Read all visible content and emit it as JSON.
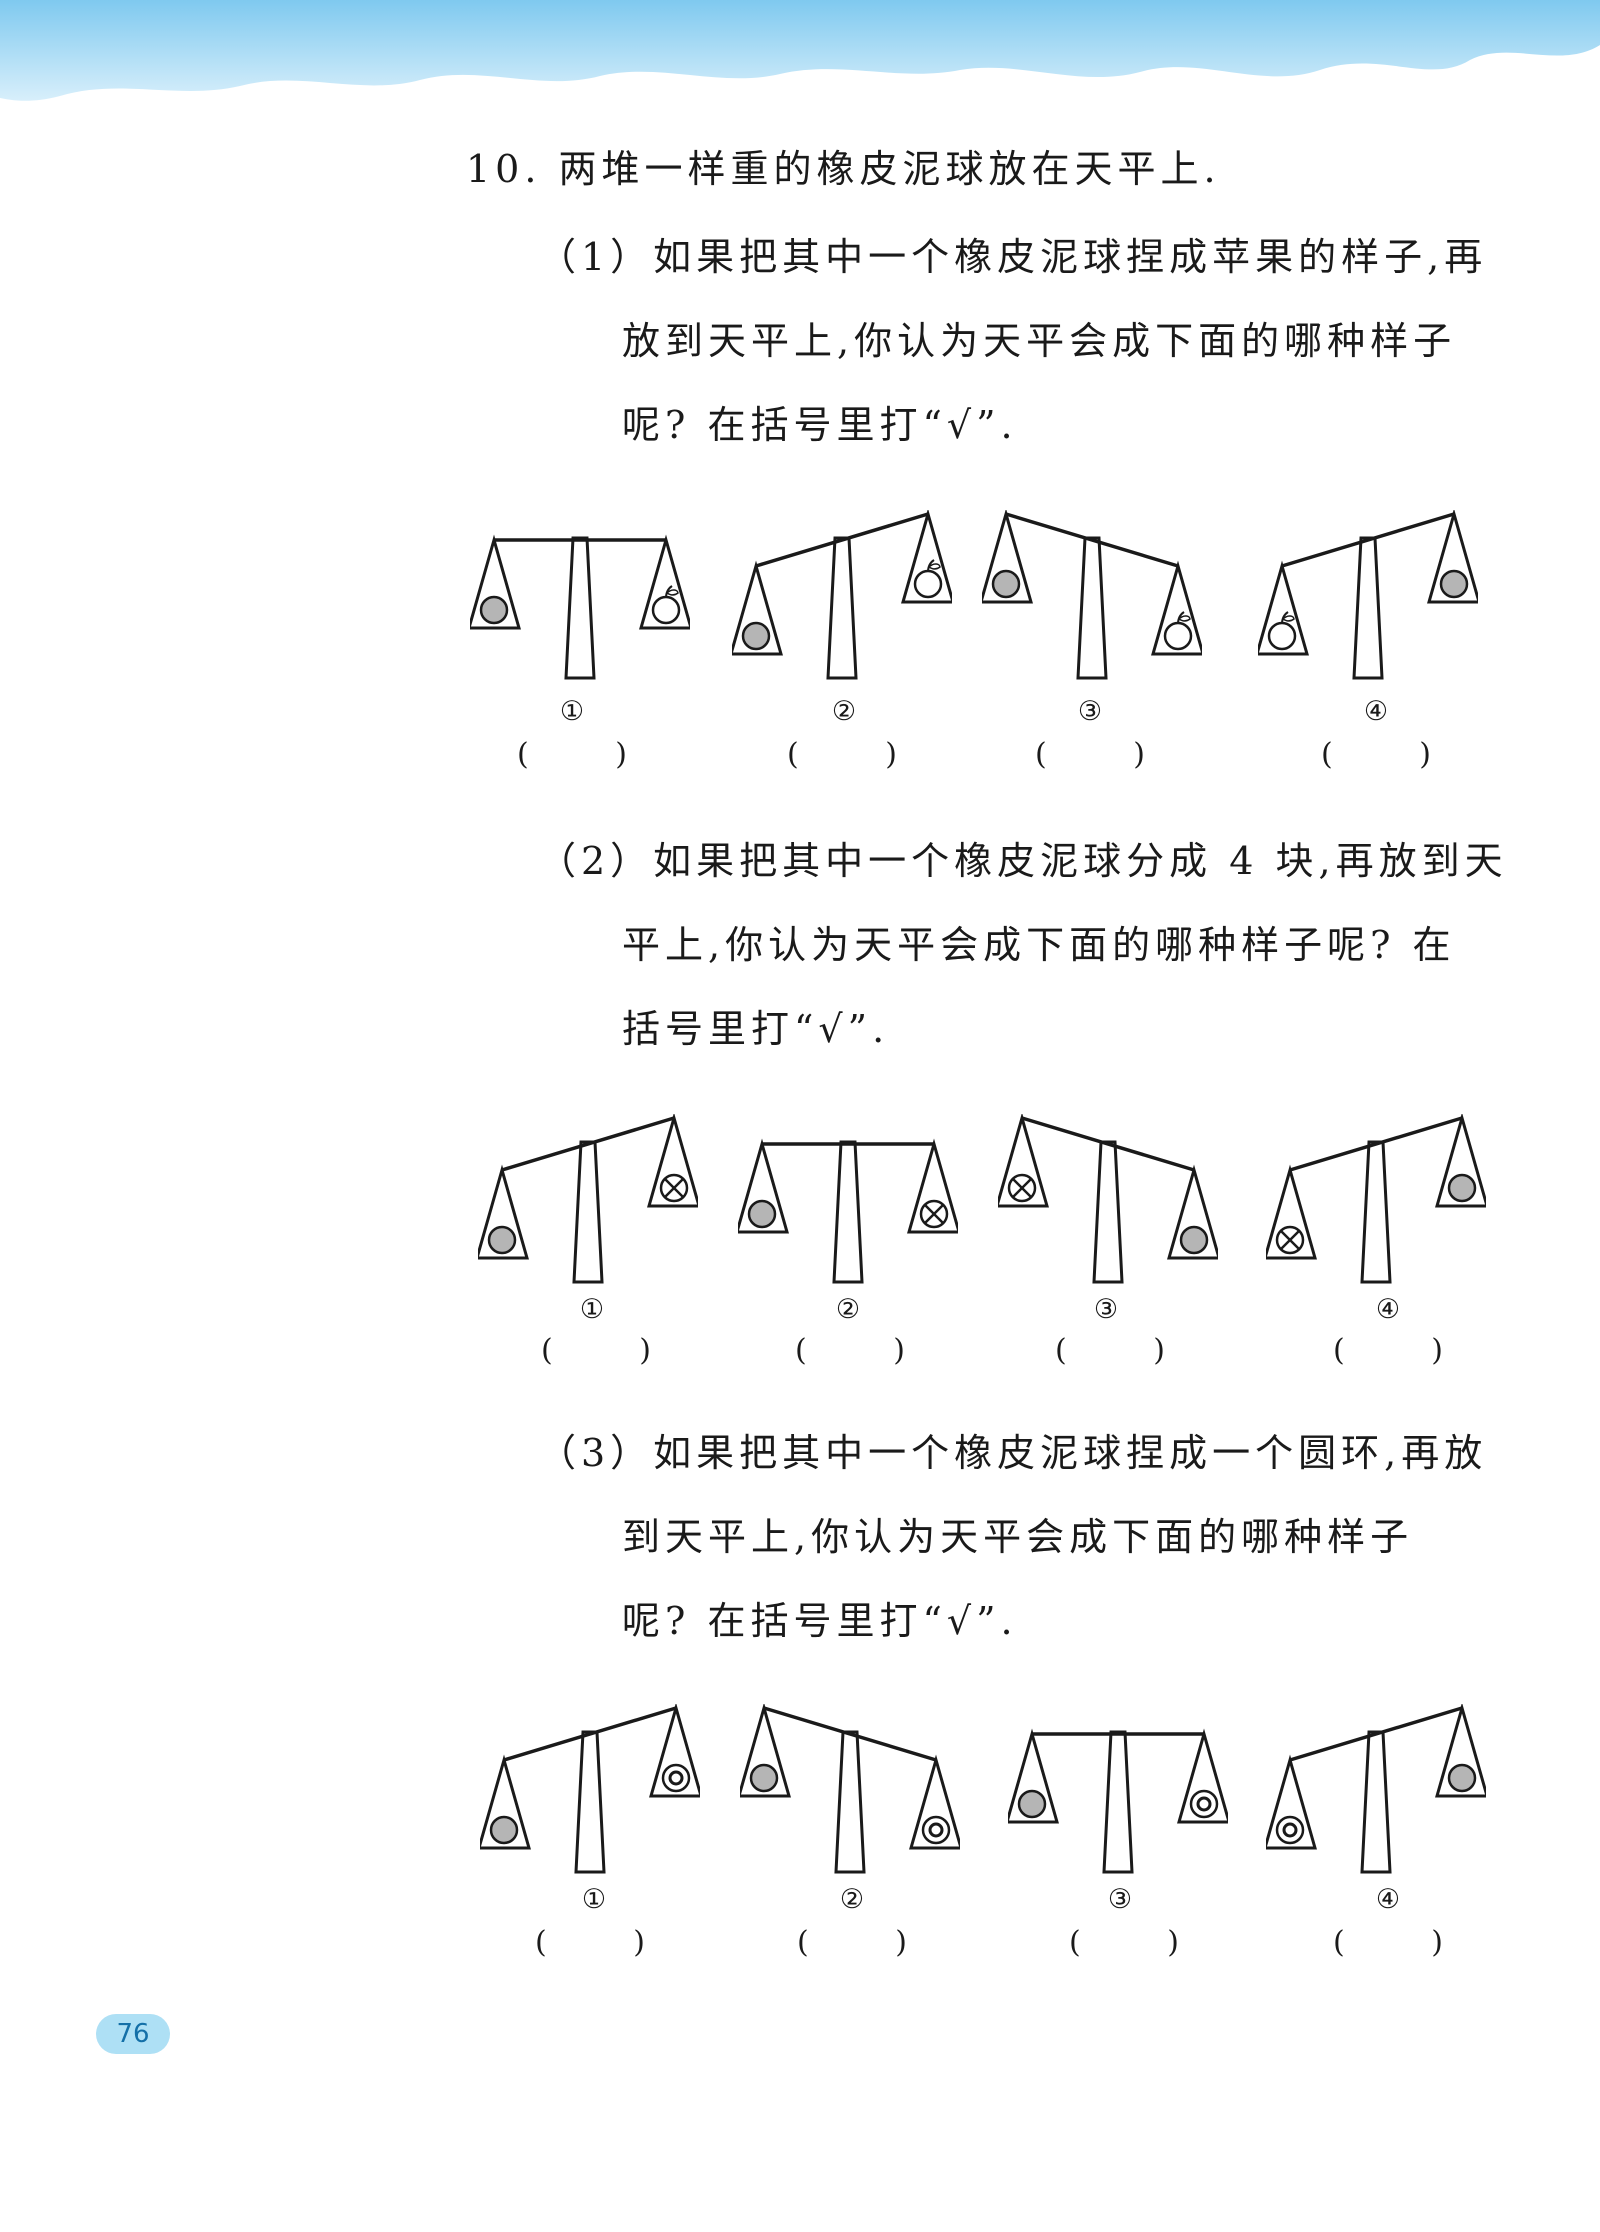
{
  "question": {
    "title": "10. 两堆一样重的橡皮泥球放在天平上.",
    "parts": [
      {
        "lines": [
          "（1）如果把其中一个橡皮泥球捏成苹果的样子,再",
          "放到天平上,你认为天平会成下面的哪种样子",
          "呢? 在括号里打“√”."
        ],
        "shape": "apple",
        "options": [
          {
            "number": "①",
            "state": "level",
            "left_item": "ball",
            "right_item": "apple"
          },
          {
            "number": "②",
            "state": "right-up",
            "left_item": "ball",
            "right_item": "apple"
          },
          {
            "number": "③",
            "state": "left-up",
            "left_item": "ball",
            "right_item": "apple"
          },
          {
            "number": "④",
            "state": "right-up",
            "left_item": "apple",
            "right_item": "ball"
          }
        ]
      },
      {
        "lines": [
          "（2）如果把其中一个橡皮泥球分成 4 块,再放到天",
          "平上,你认为天平会成下面的哪种样子呢? 在",
          "括号里打“√”."
        ],
        "shape": "pieces",
        "options": [
          {
            "number": "①",
            "state": "right-up",
            "left_item": "ball",
            "right_item": "pieces"
          },
          {
            "number": "②",
            "state": "level",
            "left_item": "ball",
            "right_item": "pieces"
          },
          {
            "number": "③",
            "state": "left-up",
            "left_item": "pieces",
            "right_item": "ball"
          },
          {
            "number": "④",
            "state": "right-up",
            "left_item": "pieces",
            "right_item": "ball"
          }
        ]
      },
      {
        "lines": [
          "（3）如果把其中一个橡皮泥球捏成一个圆环,再放",
          "到天平上,你认为天平会成下面的哪种样子",
          "呢? 在括号里打“√”."
        ],
        "shape": "ring",
        "options": [
          {
            "number": "①",
            "state": "right-up",
            "left_item": "ball",
            "right_item": "ring"
          },
          {
            "number": "②",
            "state": "left-up",
            "left_item": "ball",
            "right_item": "ring"
          },
          {
            "number": "③",
            "state": "level",
            "left_item": "ball",
            "right_item": "ring"
          },
          {
            "number": "④",
            "state": "right-up",
            "left_item": "ring",
            "right_item": "ball"
          }
        ]
      }
    ],
    "answer_blank": {
      "open": "(",
      "close": ")"
    }
  },
  "page_number": "76",
  "colors": {
    "sky": "#7fc9ef",
    "ball_fill": "#b5b5b5",
    "ink": "#1a1a1a",
    "badge": "#aee0f5"
  }
}
